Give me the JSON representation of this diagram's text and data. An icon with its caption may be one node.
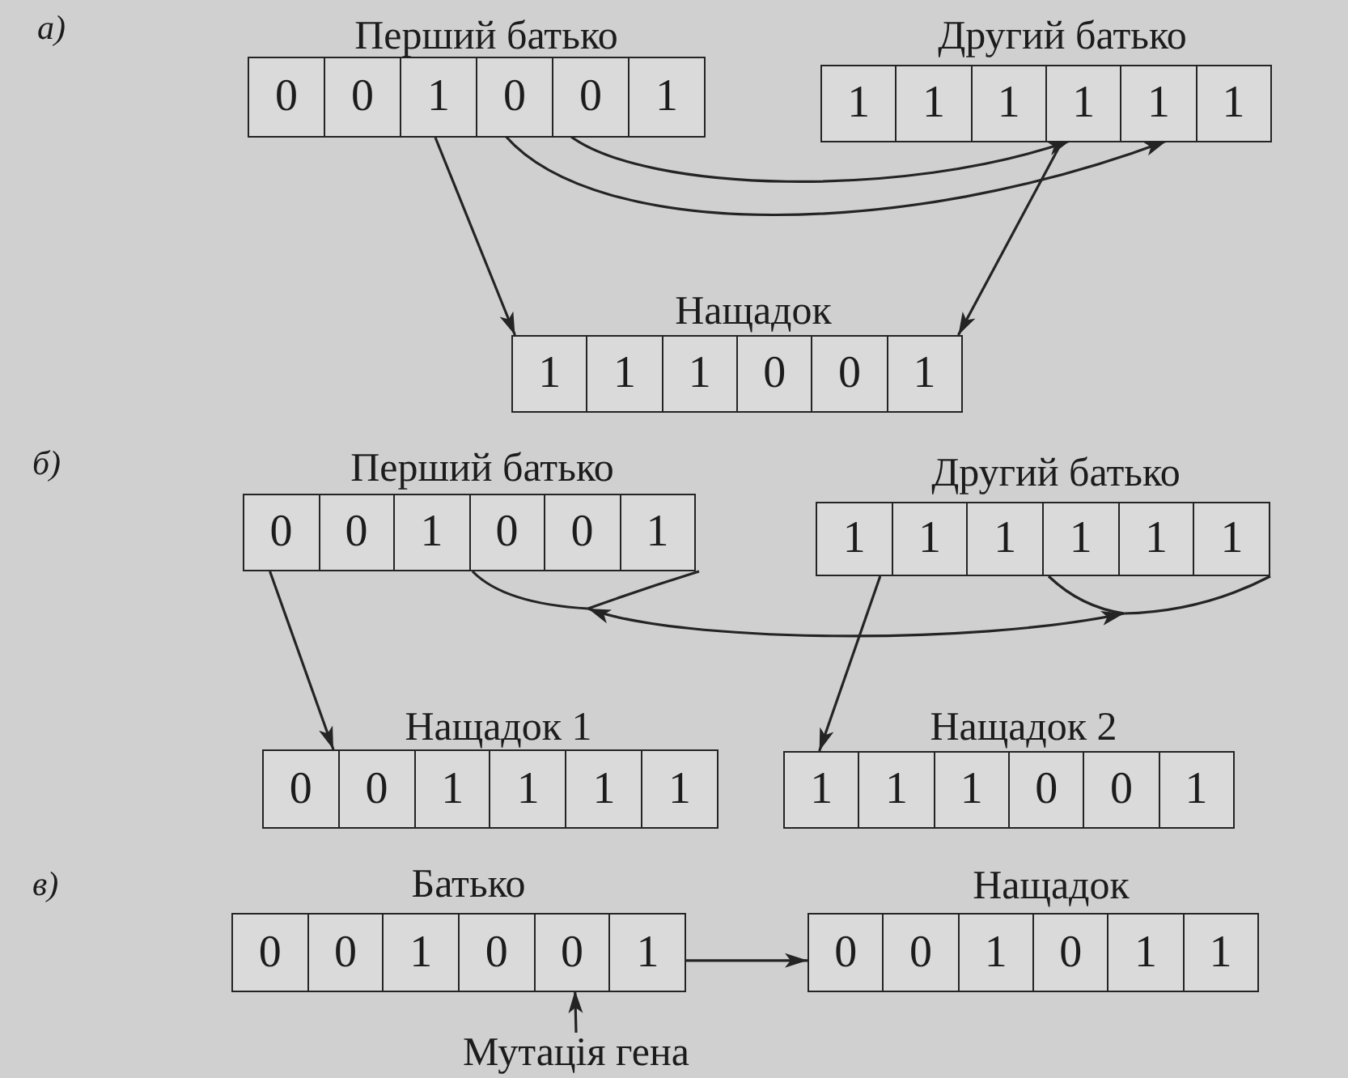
{
  "diagram": {
    "nodes": [
      {
        "text": [
          "Перший батько"
        ]
      },
      {
        "text": [
          "0"
        ],
        "in": 0
      },
      {
        "text": [
          "0"
        ],
        "in": 0
      },
      {
        "text": [
          "1"
        ],
        "in": 0
      },
      {
        "text": [
          "0"
        ],
        "in": 0
      },
      {
        "text": [
          "0"
        ],
        "in": 0
      },
      {
        "text": [
          "1"
        ],
        "in": 0
      },
      {
        "text": [
          "Другий батько"
        ]
      },
      {
        "text": [
          "1"
        ],
        "in": 7
      },
      {
        "text": [
          "1"
        ],
        "in": 7
      },
      {
        "text": [
          "1"
        ],
        "in": 7
      },
      {
        "text": [
          "1"
        ],
        "in": 7
      },
      {
        "text": [
          "1"
        ],
        "in": 7
      },
      {
        "text": [
          "1"
        ],
        "in": 7
      },
      {
        "text": [
          "Нащадок"
        ]
      },
      {
        "text": [
          "1"
        ],
        "in": 14
      },
      {
        "text": [
          "1"
        ],
        "in": 14
      },
      {
        "text": [
          "1"
        ],
        "in": 14
      },
      {
        "text": [
          "0"
        ],
        "in": 14
      },
      {
        "text": [
          "0"
        ],
        "in": 14
      },
      {
        "text": [
          "1"
        ],
        "in": 14
      },
      {
        "text": [
          "Перший батько"
        ]
      },
      {
        "text": [
          "0"
        ],
        "in": 21
      },
      {
        "text": [
          "0"
        ],
        "in": 21
      },
      {
        "text": [
          "1"
        ],
        "in": 21
      },
      {
        "text": [
          "0"
        ],
        "in": 21
      },
      {
        "text": [
          "0"
        ],
        "in": 21
      },
      {
        "text": [
          "1"
        ],
        "in": 21
      },
      {
        "text": [
          "Другий батько"
        ]
      },
      {
        "text": [
          "1"
        ],
        "in": 28
      },
      {
        "text": [
          "1"
        ],
        "in": 28
      },
      {
        "text": [
          "1"
        ],
        "in": 28
      },
      {
        "text": [
          "1"
        ],
        "in": 28
      },
      {
        "text": [
          "1"
        ],
        "in": 28
      },
      {
        "text": [
          "1"
        ],
        "in": 28
      },
      {
        "text": [],
        "shape": "bracket"
      },
      {
        "text": [],
        "shape": "bracket"
      },
      {
        "text": [
          "Нащадок 1"
        ]
      },
      {
        "text": [
          "0"
        ],
        "in": 37
      },
      {
        "text": [
          "0"
        ],
        "in": 37
      },
      {
        "text": [
          "1"
        ],
        "in": 37
      },
      {
        "text": [
          "1"
        ],
        "in": 37
      },
      {
        "text": [
          "1"
        ],
        "in": 37
      },
      {
        "text": [
          "1"
        ],
        "in": 37
      },
      {
        "text": [
          "Нащадок 2"
        ]
      },
      {
        "text": [
          "1"
        ],
        "in": 44
      },
      {
        "text": [
          "1"
        ],
        "in": 44
      },
      {
        "text": [
          "1"
        ],
        "in": 44
      },
      {
        "text": [
          "0"
        ],
        "in": 44
      },
      {
        "text": [
          "0"
        ],
        "in": 44
      },
      {
        "text": [
          "1"
        ],
        "in": 44
      },
      {
        "text": [
          "Батько"
        ]
      },
      {
        "text": [
          "0"
        ],
        "in": 51
      },
      {
        "text": [
          "0"
        ],
        "in": 51
      },
      {
        "text": [
          "1"
        ],
        "in": 51
      },
      {
        "text": [
          "0"
        ],
        "in": 51
      },
      {
        "text": [
          "0"
        ],
        "in": 51
      },
      {
        "text": [
          "1"
        ],
        "in": 51
      },
      {
        "text": [
          "Нащадок"
        ]
      },
      {
        "text": [
          "0"
        ],
        "in": 58
      },
      {
        "text": [
          "0"
        ],
        "in": 58
      },
      {
        "text": [
          "1"
        ],
        "in": 58
      },
      {
        "text": [
          "0"
        ],
        "in": 58
      },
      {
        "text": [
          "1"
        ],
        "in": 58
      },
      {
        "text": [
          "1"
        ],
        "in": 58
      },
      {
        "text": [
          "Мутація гена"
        ]
      }
    ],
    "edges": [
      {
        "from": 0,
        "to": 14,
        "arrow": "to"
      },
      {
        "from": 4,
        "to": 12,
        "arrow": "to"
      },
      {
        "from": 5,
        "to": 11,
        "arrow": "to"
      },
      {
        "from": 7,
        "to": 14,
        "arrow": "to"
      },
      {
        "from": 21,
        "to": 37,
        "arrow": "to"
      },
      {
        "from": 35,
        "to": 36,
        "arrow": "both"
      },
      {
        "from": 28,
        "to": 44,
        "arrow": "to"
      },
      {
        "from": 51,
        "to": 58,
        "arrow": "to"
      },
      {
        "from": 65,
        "to": 56,
        "arrow": "to"
      }
    ],
    "labels": [
      "а)",
      "б)",
      "в)"
    ]
  }
}
